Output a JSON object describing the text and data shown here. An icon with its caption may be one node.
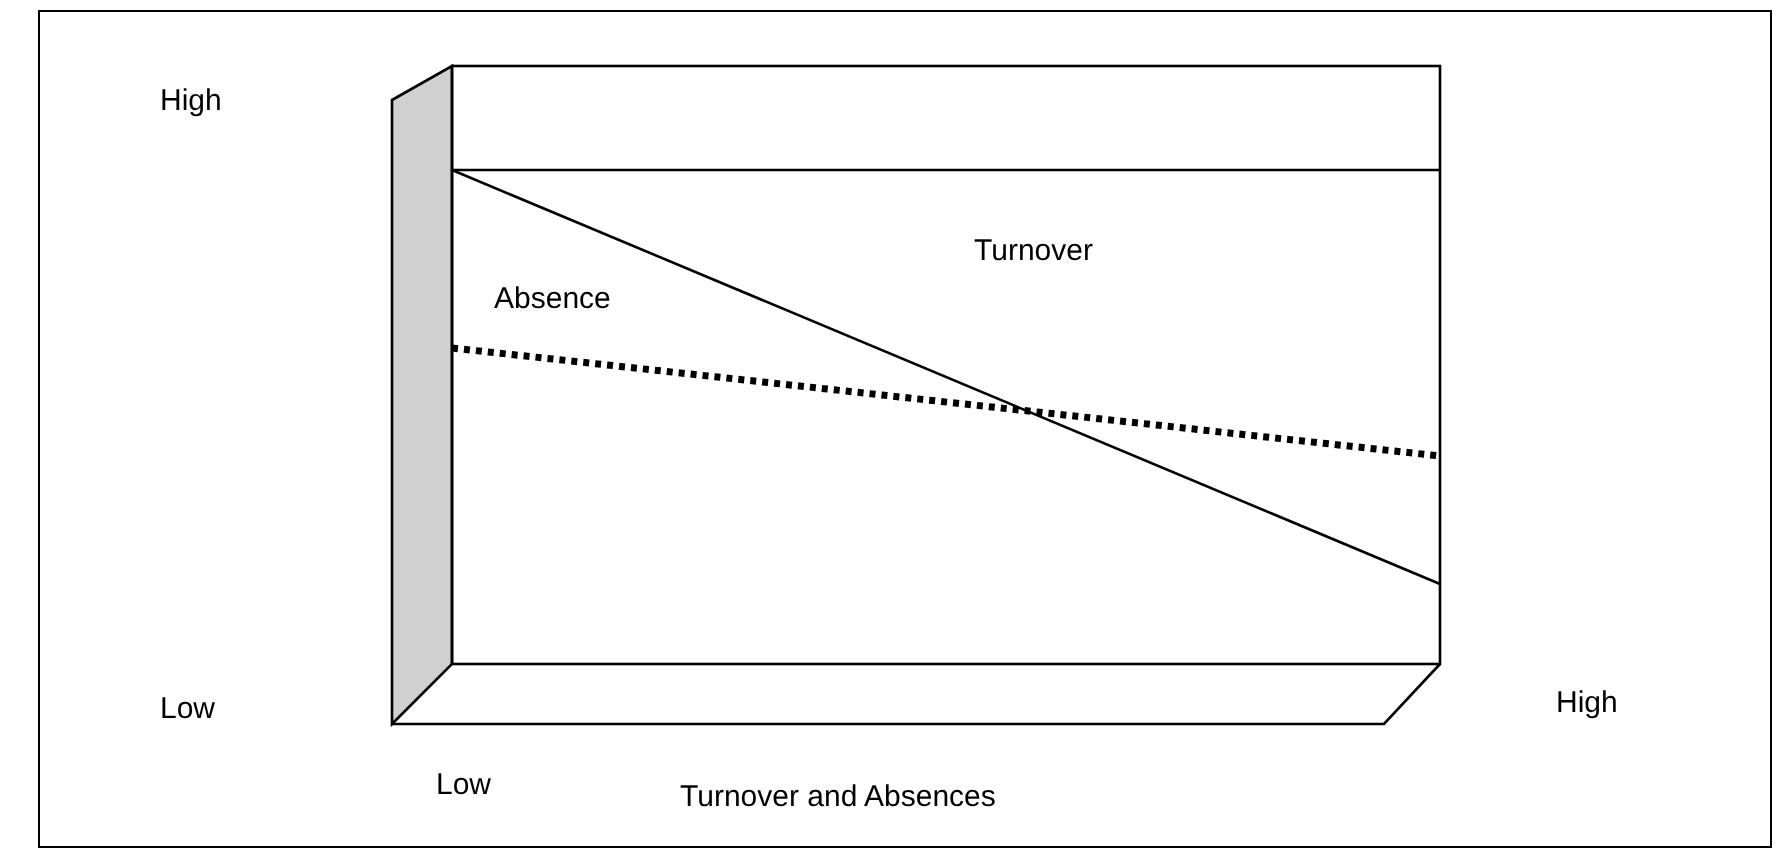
{
  "diagram": {
    "labels": [
      "High",
      "Turnover",
      "Absence",
      "Low",
      "High",
      "Low",
      "Turnover and Absences"
    ]
  }
}
